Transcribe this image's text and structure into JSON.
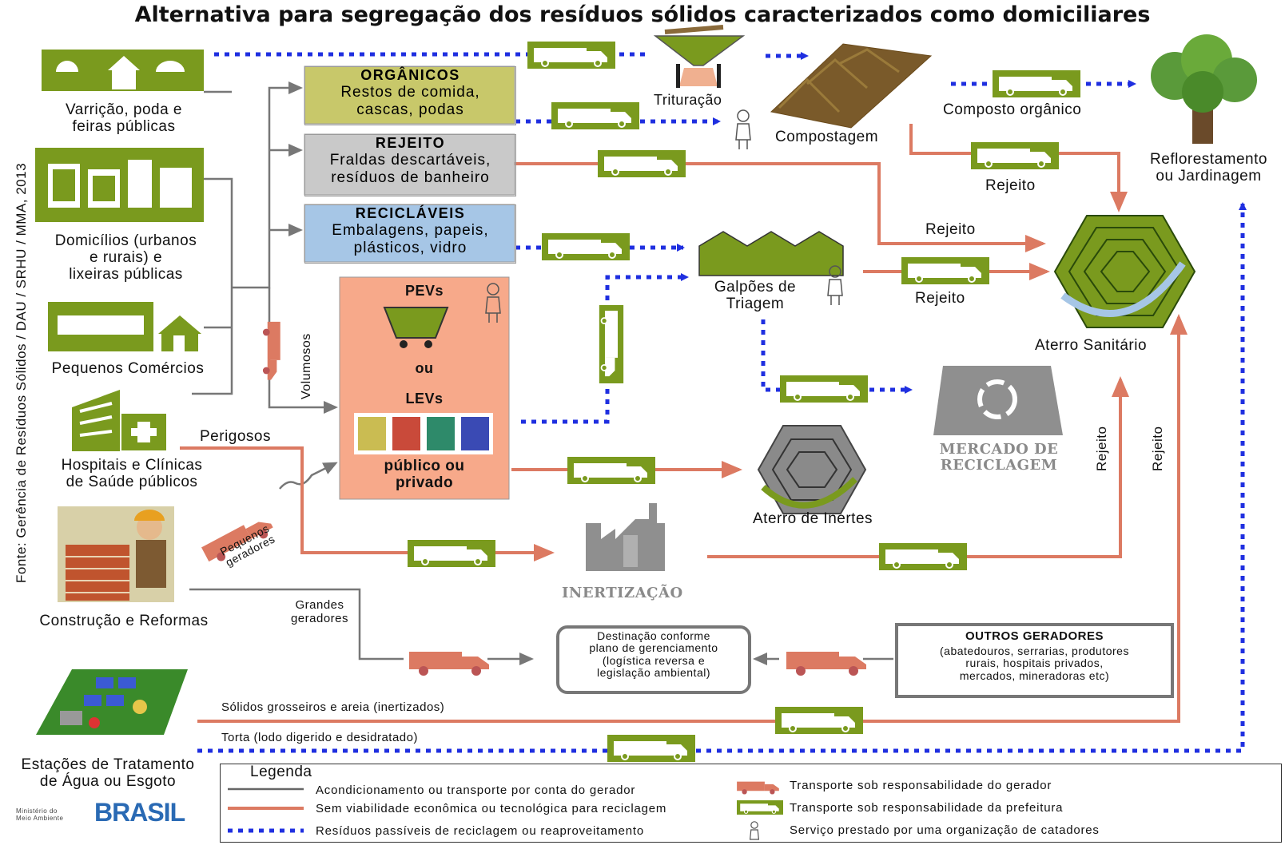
{
  "title": "Alternativa para segregação dos resíduos sólidos caracterizados como domiciliares",
  "source": "Fonte: Gerência de Resíduos Sólidos / DAU / SRHU / MMA, 2013",
  "generators": {
    "varricao": "Varrição, poda e\nfeiras públicas",
    "domicilios": "Domicílios (urbanos\ne rurais) e\nlixeiras públicas",
    "comercios": "Pequenos Comércios",
    "hospitais": "Hospitais e Clínicas\nde Saúde públicos",
    "construcao": "Construção e Reformas",
    "estacoes": "Estações de Tratamento\nde Água ou Esgoto"
  },
  "categories": {
    "organicos": {
      "title": "ORGÂNICOS",
      "text": "Restos de comida,\ncascas, podas",
      "color": "#c8c86a"
    },
    "rejeito": {
      "title": "REJEITO",
      "text": "Fraldas descartáveis,\nresíduos de banheiro",
      "color": "#c9c9c9"
    },
    "reciclaveis": {
      "title": "RECICLÁVEIS",
      "text": "Embalagens, papeis,\nplásticos, vidro",
      "color": "#a6c6e6"
    }
  },
  "pev": {
    "pevs": "PEVs",
    "ou": "ou",
    "levs": "LEVs",
    "publico": "público ou\nprivado",
    "color": "#f7a98a"
  },
  "flows": {
    "trituracao": "Trituração",
    "compostagem": "Compostagem",
    "composto": "Composto orgânico",
    "reflorestamento": "Reflorestamento\nou Jardinagem",
    "rejeito": "Rejeito",
    "galpoes": "Galpões de\nTriagem",
    "aterro_sanitario": "Aterro Sanitário",
    "mercado": "MERCADO DE\nRECICLAGEM",
    "aterro_inertes": "Aterro de Inertes",
    "inertizacao": "INERTIZAÇÃO",
    "volumosos": "Volumosos",
    "perigosos": "Perigosos",
    "pequenos_geradores": "Pequenos\ngeradores",
    "grandes_geradores": "Grandes\ngeradores",
    "destinacao": "Destinação conforme\nplano de gerenciamento\n(logística reversa e\nlegislação ambiental)",
    "outros_title": "OUTROS GERADORES",
    "outros_text": "(abatedouros, serrarias, produtores\nrurais, hospitais privados,\nmercados, mineradoras etc)",
    "solidos": "Sólidos grosseiros e areia (inertizados)",
    "torta": "Torta (lodo digerido e desidratado)"
  },
  "legend": {
    "title": "Legenda",
    "gray_line": "Acondicionamento ou transporte por conta do gerador",
    "red_line": "Sem viabilidade econômica ou tecnológica para reciclagem",
    "blue_line": "Resíduos passíveis de reciclagem ou reaproveitamento",
    "red_truck": "Transporte sob responsabilidade do gerador",
    "green_truck": "Transporte sob responsabilidade da prefeitura",
    "catador": "Serviço prestado por uma organização de catadores"
  },
  "logos": {
    "ministerio": "Ministério do\nMeio Ambiente",
    "brasil": "BRASIL"
  },
  "colors": {
    "green": "#7a9a1e",
    "red_line": "#dc7a62",
    "blue_line": "#1f2fe0",
    "gray_line": "#666666",
    "brown": "#7a5a2a"
  }
}
